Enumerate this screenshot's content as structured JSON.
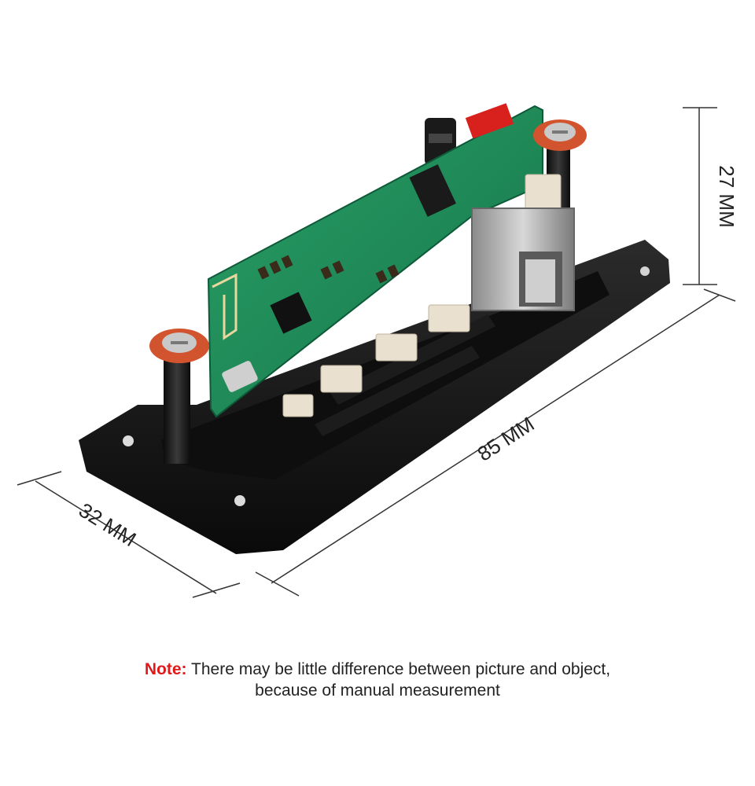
{
  "dimensions": {
    "height_label": "27 MM",
    "length_label": "85 MM",
    "width_label": "32 MM"
  },
  "note": {
    "label": "Note:",
    "line1": "There may be little difference between picture and object,",
    "line2": "because of manual measurement",
    "label_color": "#e0191b"
  },
  "product": {
    "board_color": "#1f8a55",
    "panel_color": "#151515"
  }
}
